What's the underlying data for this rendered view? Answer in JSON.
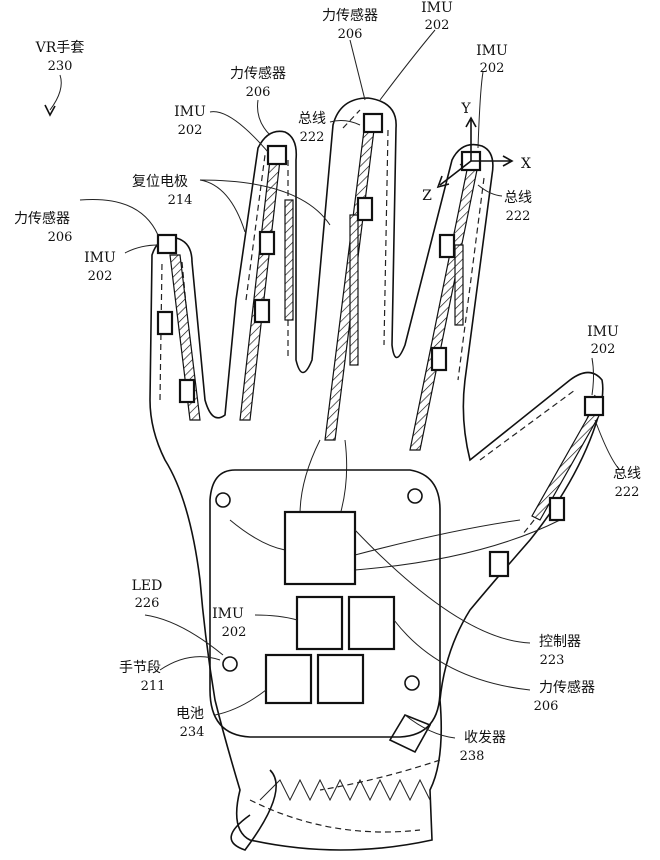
{
  "figure": {
    "title": {
      "name": "VR手套",
      "ref": "230"
    },
    "axes": {
      "x": "X",
      "y": "Y",
      "z": "Z"
    },
    "labels": [
      {
        "id": "force-sensor-ring",
        "name": "力传感器",
        "ref": "206"
      },
      {
        "id": "imu-ring",
        "name": "IMU",
        "ref": "202"
      },
      {
        "id": "reset-electrode",
        "name": "复位电极",
        "ref": "214"
      },
      {
        "id": "force-sensor-pinky",
        "name": "力传感器",
        "ref": "206"
      },
      {
        "id": "imu-pinky",
        "name": "IMU",
        "ref": "202"
      },
      {
        "id": "force-sensor-middle",
        "name": "力传感器",
        "ref": "206"
      },
      {
        "id": "imu-middle",
        "name": "IMU",
        "ref": "202"
      },
      {
        "id": "bus-middle",
        "name": "总线",
        "ref": "222"
      },
      {
        "id": "imu-index",
        "name": "IMU",
        "ref": "202"
      },
      {
        "id": "bus-index",
        "name": "总线",
        "ref": "222"
      },
      {
        "id": "imu-thumb",
        "name": "IMU",
        "ref": "202"
      },
      {
        "id": "bus-thumb",
        "name": "总线",
        "ref": "222"
      },
      {
        "id": "led",
        "name": "LED",
        "ref": "226"
      },
      {
        "id": "imu-palm",
        "name": "IMU",
        "ref": "202"
      },
      {
        "id": "hand-segment",
        "name": "手节段",
        "ref": "211"
      },
      {
        "id": "battery",
        "name": "电池",
        "ref": "234"
      },
      {
        "id": "controller",
        "name": "控制器",
        "ref": "223"
      },
      {
        "id": "force-sensor-palm",
        "name": "力传感器",
        "ref": "206"
      },
      {
        "id": "transceiver",
        "name": "收发器",
        "ref": "238"
      }
    ]
  }
}
